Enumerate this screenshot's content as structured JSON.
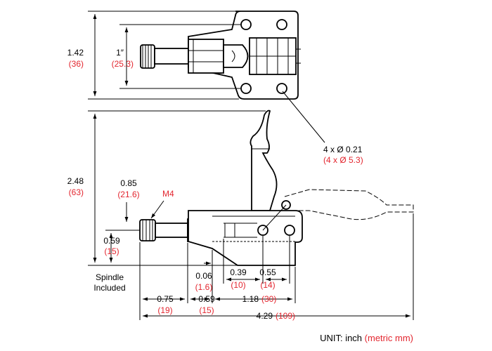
{
  "dims": {
    "d142": {
      "in": "1.42",
      "mm": "(36)"
    },
    "d1": {
      "in": "1″",
      "mm": "(25.3)"
    },
    "holes": {
      "in": "4 x Ø 0.21",
      "mm": "(4 x Ø 5.3)"
    },
    "d248": {
      "in": "2.48",
      "mm": "(63)"
    },
    "d085": {
      "in": "0.85",
      "mm": "(21.6)"
    },
    "thread": "M4",
    "d059v": {
      "in": "0.59",
      "mm": "(15)"
    },
    "spindle": [
      "Spindle",
      "Included"
    ],
    "d006": {
      "in": "0.06",
      "mm": "(1.6)"
    },
    "d039": {
      "in": "0.39",
      "mm": "(10)"
    },
    "d055": {
      "in": "0.55",
      "mm": "(14)"
    },
    "d075": {
      "in": "0.75",
      "mm": "(19)"
    },
    "d059h": {
      "in": "0.59",
      "mm": "(15)"
    },
    "d118": {
      "in": "1.18",
      "mm": "(30)"
    },
    "d429": {
      "in": "4.29",
      "mm": "(109)"
    }
  },
  "unit": {
    "label": "UNIT: inch",
    "metric": "(metric mm)"
  },
  "colors": {
    "ink": "#000000",
    "metric": "#e3262f"
  }
}
